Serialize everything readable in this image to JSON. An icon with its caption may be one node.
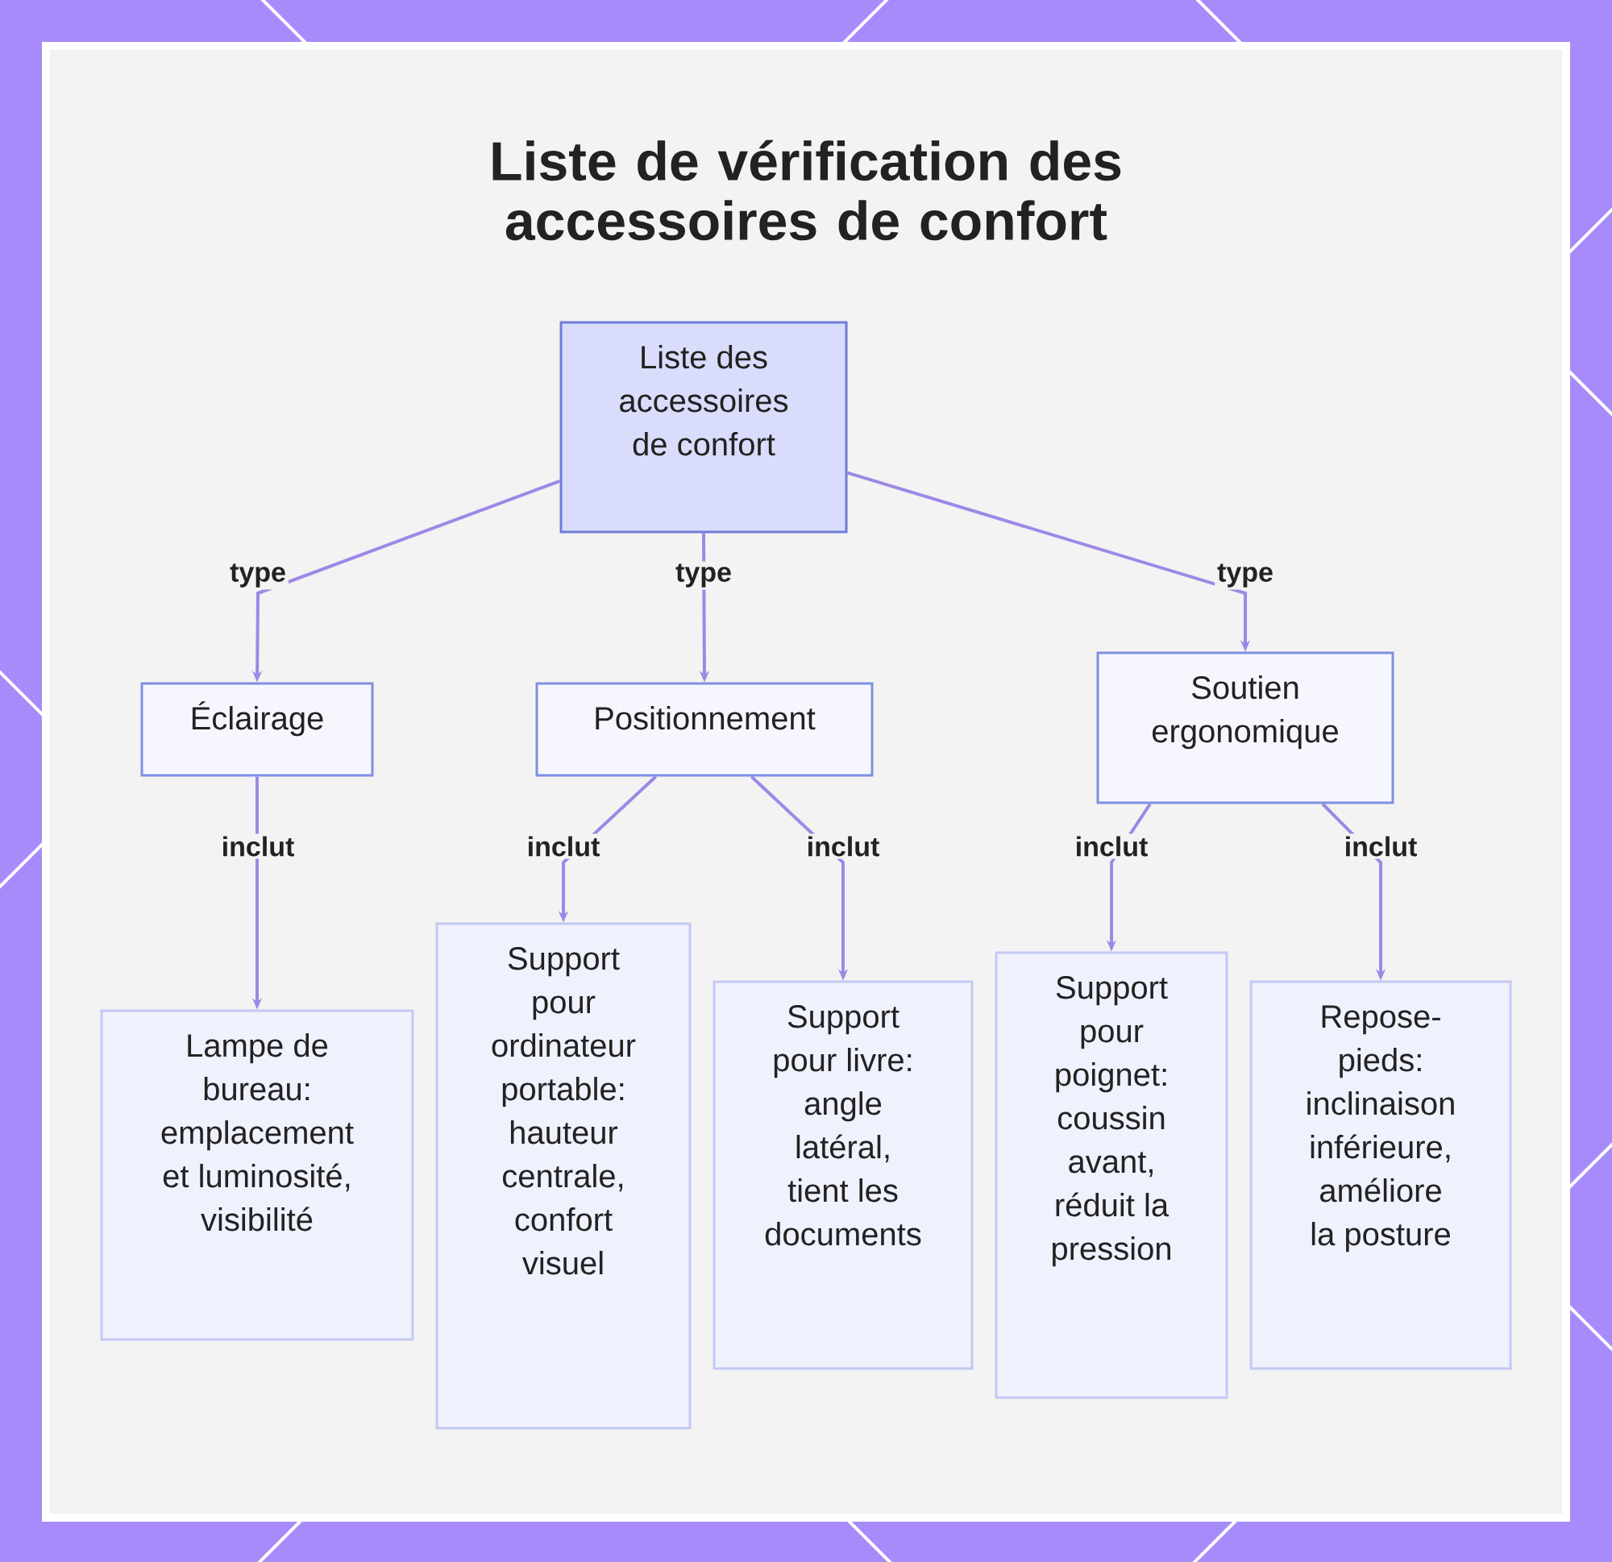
{
  "diagram": {
    "title": "Liste de vérification des accessoires de confort",
    "nodes": [
      {
        "text": [
          "Liste des accessoires de confort"
        ]
      },
      {
        "text": [
          "Éclairage"
        ]
      },
      {
        "text": [
          "Positionnement"
        ]
      },
      {
        "text": [
          "Soutien ergonomique"
        ]
      },
      {
        "text": [
          "Lampe de bureau: emplacement et luminosité, visibilité"
        ]
      },
      {
        "text": [
          "Support pour ordinateur portable: hauteur centrale, confort visuel"
        ]
      },
      {
        "text": [
          "Support pour livre: angle latéral, tient les documents"
        ]
      },
      {
        "text": [
          "Support pour poignet: coussin avant, réduit la pression"
        ]
      },
      {
        "text": [
          "Repose-pieds: inclinaison inférieure, améliore la posture"
        ]
      }
    ],
    "edges": [
      {
        "from": 0,
        "to": 1,
        "arrow": "to",
        "label": "type"
      },
      {
        "from": 0,
        "to": 2,
        "arrow": "to",
        "label": "type"
      },
      {
        "from": 0,
        "to": 3,
        "arrow": "to",
        "label": "type"
      },
      {
        "from": 1,
        "to": 4,
        "arrow": "to",
        "label": "inclut"
      },
      {
        "from": 2,
        "to": 5,
        "arrow": "to",
        "label": "inclut"
      },
      {
        "from": 2,
        "to": 6,
        "arrow": "to",
        "label": "inclut"
      },
      {
        "from": 3,
        "to": 7,
        "arrow": "to",
        "label": "inclut"
      },
      {
        "from": 3,
        "to": 8,
        "arrow": "to",
        "label": "inclut"
      }
    ]
  }
}
